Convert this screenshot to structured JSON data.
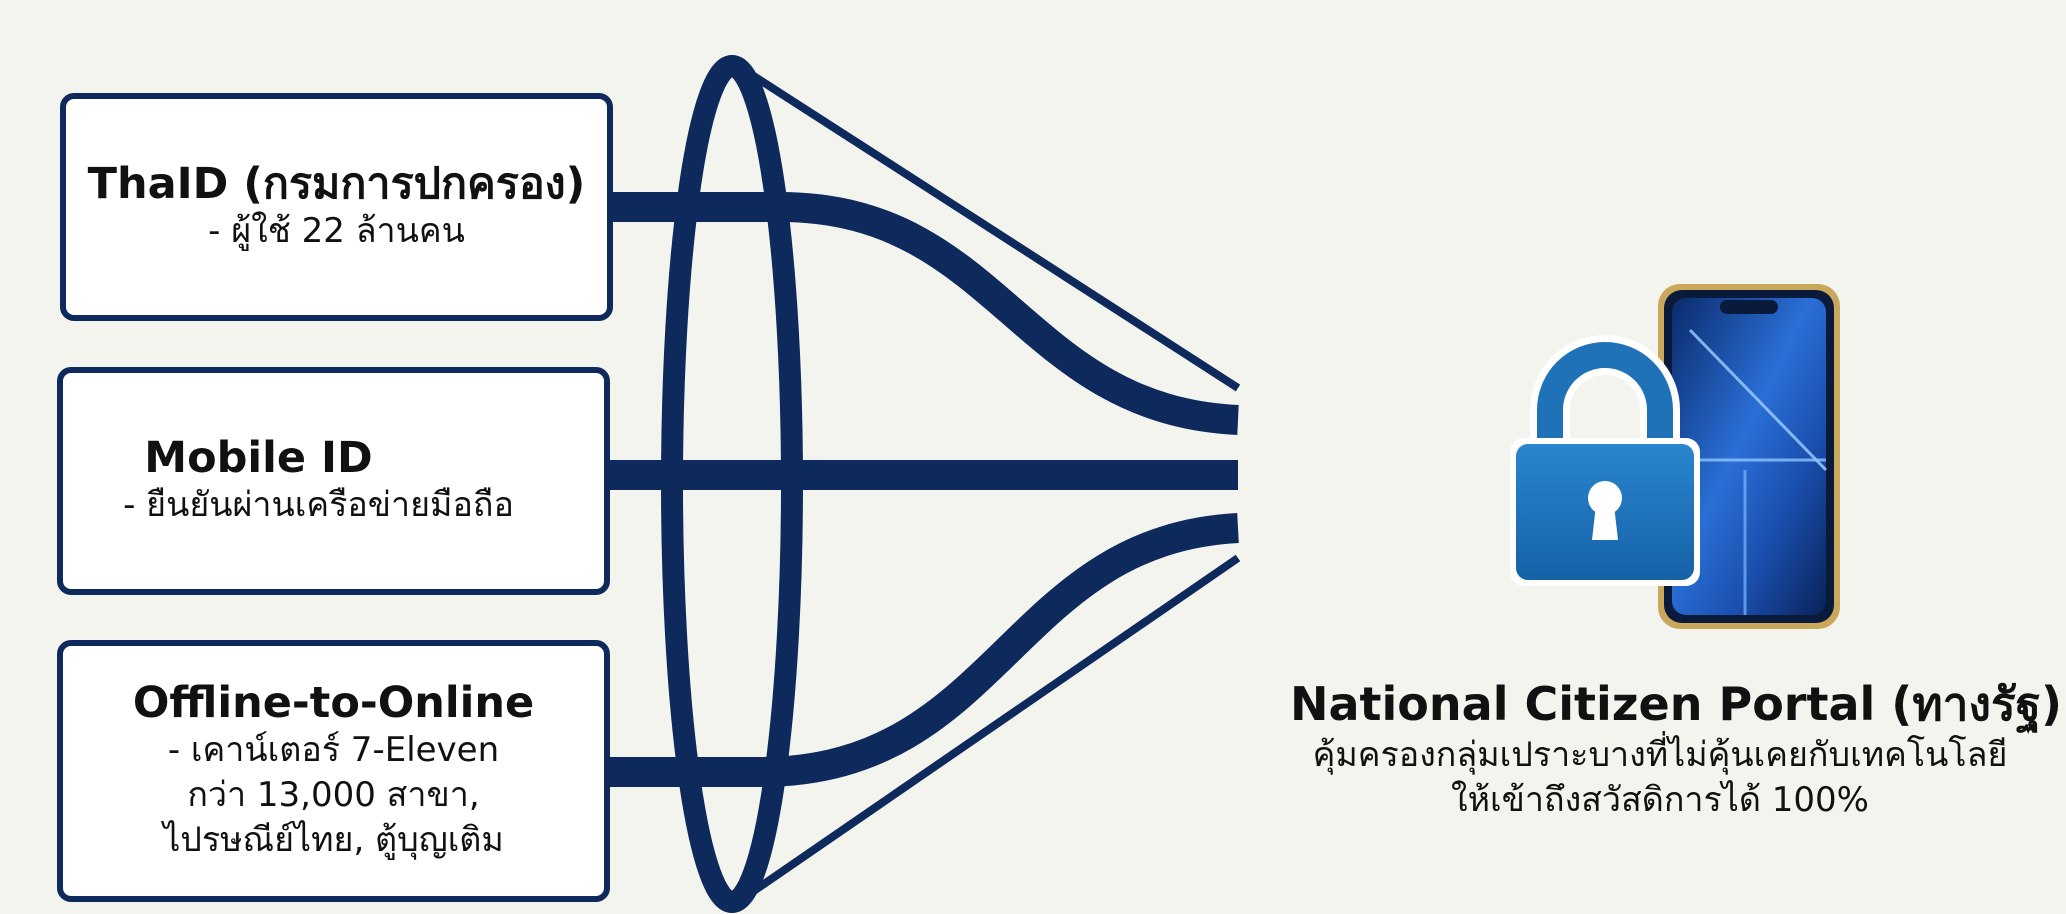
{
  "sources": [
    {
      "title": "ThaID (กรมการปกครอง)",
      "desc": "- ผู้ใช้ 22 ล้านคน"
    },
    {
      "title": "Mobile ID",
      "desc": "- ยืนยันผ่านเครือข่ายมือถือ"
    },
    {
      "title": "Offline-to-Online",
      "desc": "- เคาน์เตอร์ 7-Eleven\nกว่า 13,000 สาขา,\nไปรษณีย์ไทย, ตู้บุญเติม"
    }
  ],
  "portal": {
    "title": "National Citizen Portal (ทางรัฐ)",
    "desc_lines": [
      "คุ้มครองกลุ่มเปราะบางที่ไม่คุ้นเคยกับเทคโนโลยี",
      "ให้เข้าถึงสวัสดิการได้ 100%"
    ]
  },
  "icons": [
    "padlock-icon",
    "smartphone-icon"
  ],
  "colors": {
    "navy": "#0e2a5c",
    "lock_blue": "#1f72b8",
    "phone_gold": "#c9a85c",
    "background": "#f4f4ef"
  }
}
